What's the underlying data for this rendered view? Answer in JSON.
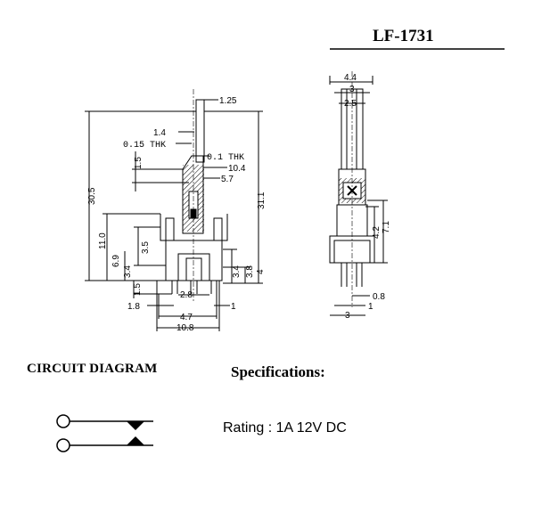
{
  "title": "LF-1731",
  "circuit_heading": "CIRCUIT DIAGRAM",
  "specs_heading": "Specifications:",
  "rating": "Rating : 1A 12V DC",
  "front_view_dims": {
    "d_1_25": "1.25",
    "d_1_4": "1.4",
    "d_0_15": "0.15 THK",
    "d_0_1": "0.1 THK",
    "d_10_4": "10.4",
    "d_1_5_top": "1.5",
    "d_5_7": "5.7",
    "d_30_5": "30.5",
    "d_31_1": "31.1",
    "d_11_0": "11.0",
    "d_3_5": "3.5",
    "d_6_9": "6.9",
    "d_3_4_left": "3.4",
    "d_3_4_right": "3.4",
    "d_3_8": "3.8",
    "d_4": "4",
    "d_1_5_bot": "1.5",
    "d_2_8": "2.8",
    "d_1_8": "1.8",
    "d_1": "1",
    "d_4_7": "4.7",
    "d_10_8": "10.8"
  },
  "side_view_dims": {
    "d_4_4": "4.4",
    "d_3_top": "3",
    "d_2_5": "2.5",
    "d_4_2": "4.2",
    "d_7_1": "7.1",
    "d_0_8": "0.8",
    "d_1": "1",
    "d_3_bot": "3"
  }
}
